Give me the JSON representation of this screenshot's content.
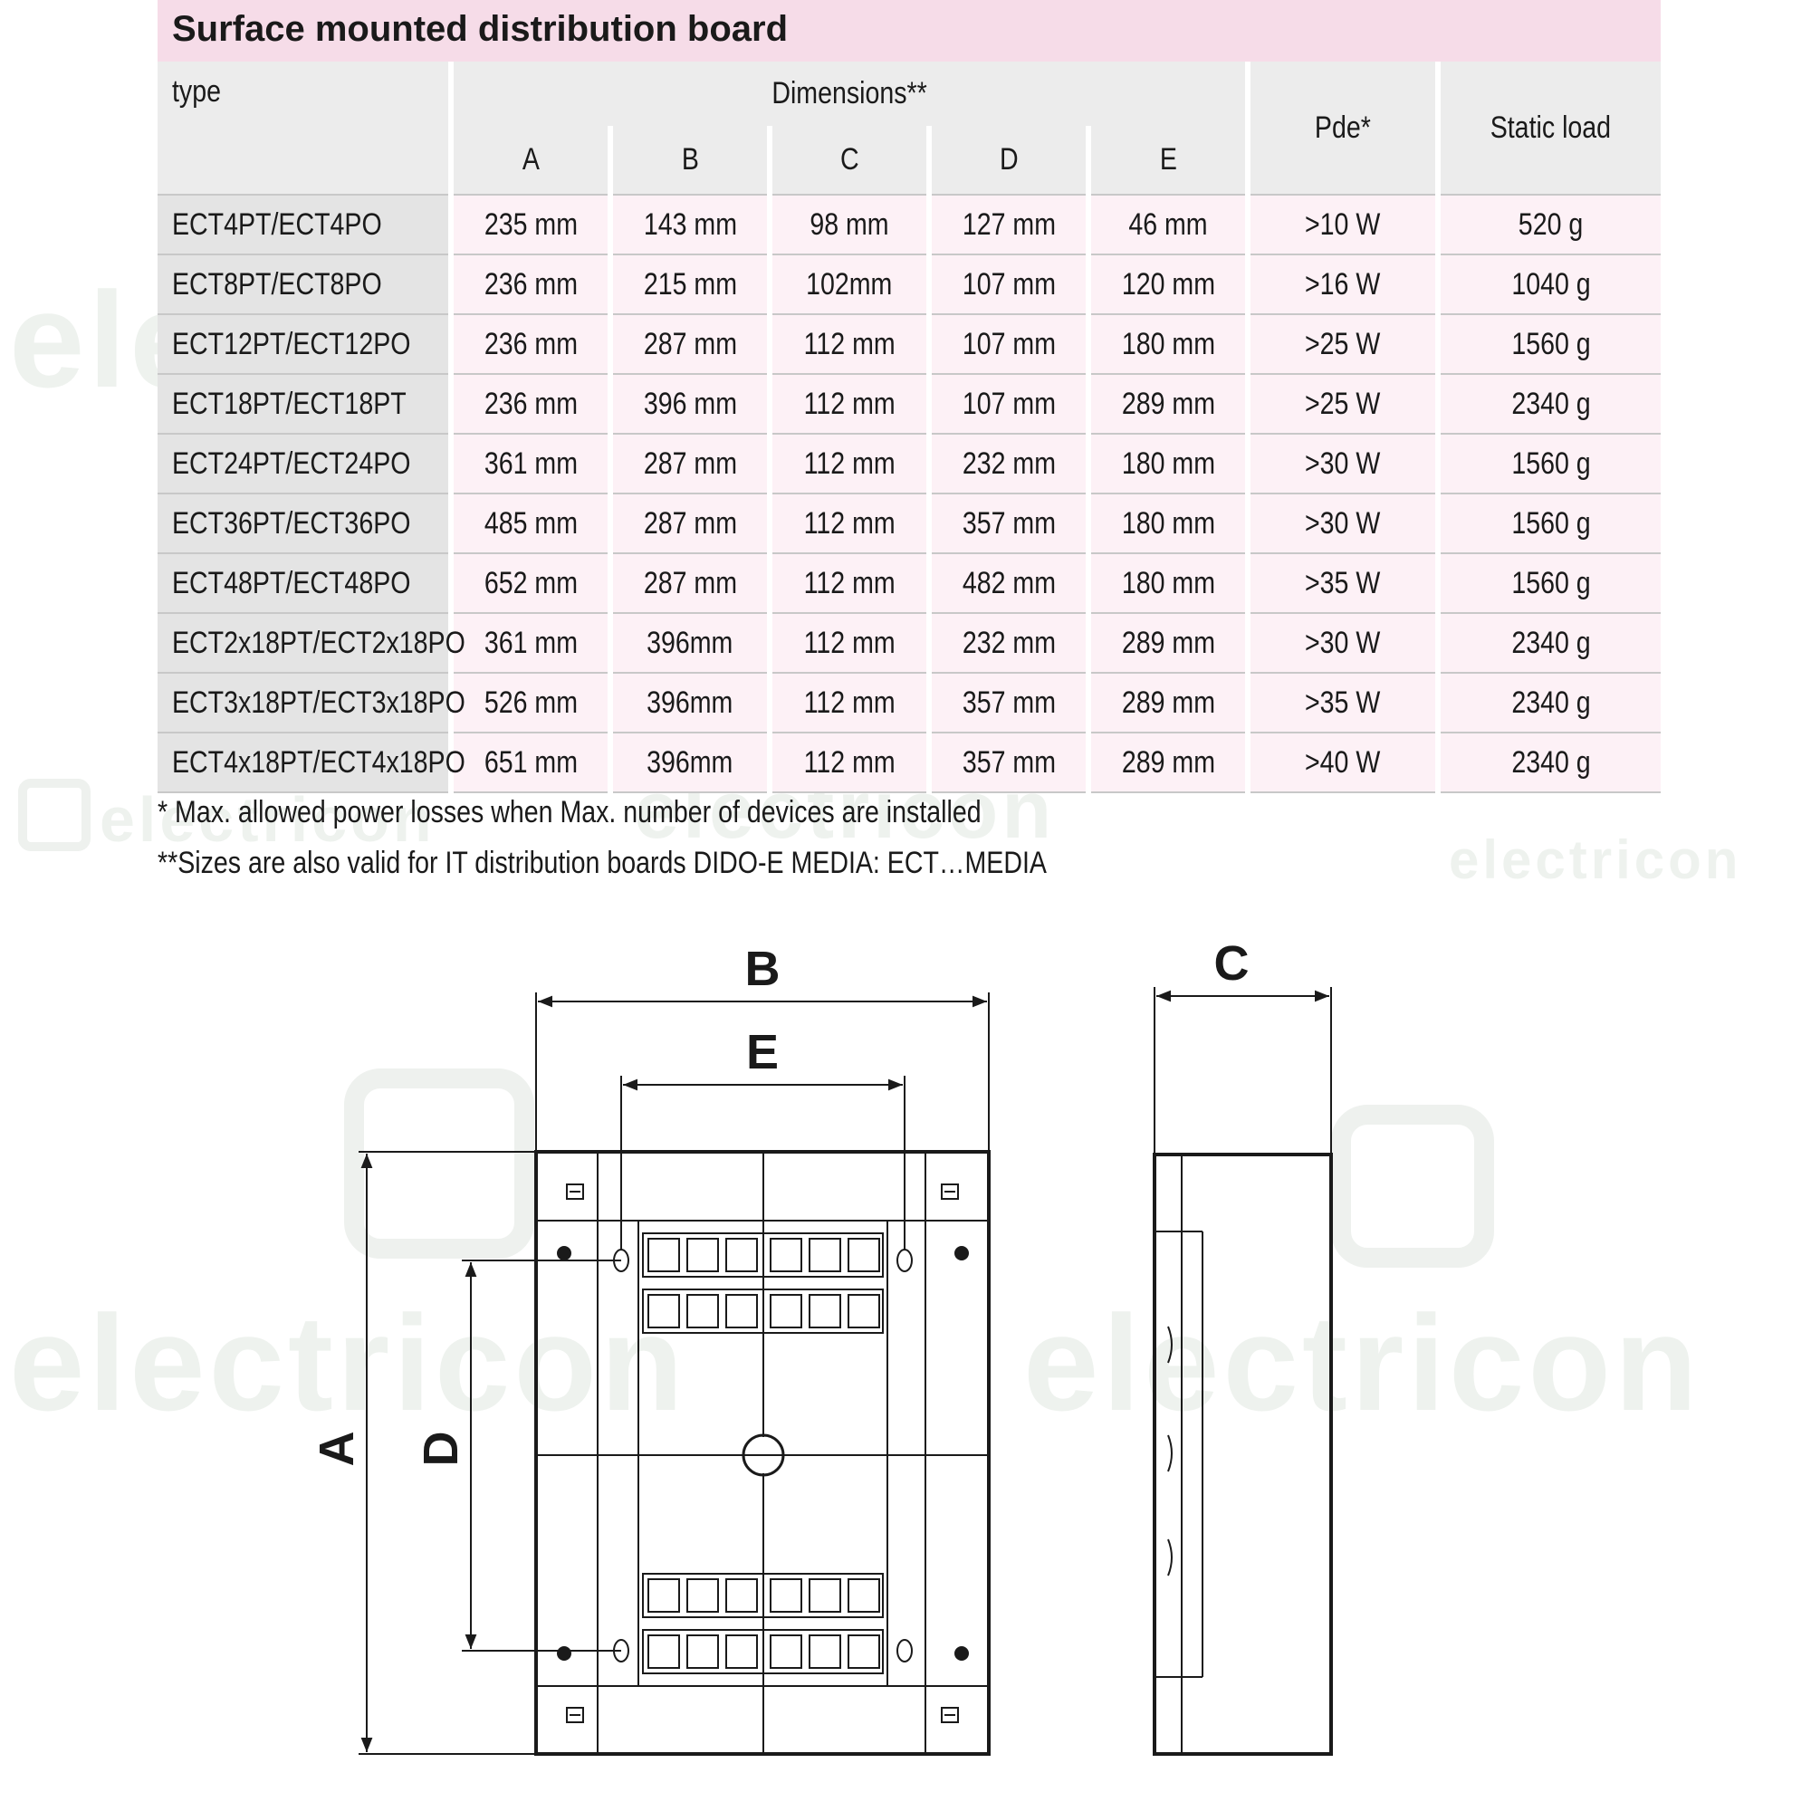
{
  "title": "Surface mounted distribution board",
  "header": {
    "type": "type",
    "dimensions": "Dimensions**",
    "pde": "Pde*",
    "static_load": "Static load",
    "dims": [
      "A",
      "B",
      "C",
      "D",
      "E"
    ]
  },
  "rows": [
    {
      "type": "ECT4PT/ECT4PO",
      "A": "235 mm",
      "B": "143 mm",
      "C": "98 mm",
      "D": "127 mm",
      "E": "46 mm",
      "pde": ">10 W",
      "load": "520 g"
    },
    {
      "type": "ECT8PT/ECT8PO",
      "A": "236 mm",
      "B": "215 mm",
      "C": "102mm",
      "D": "107 mm",
      "E": "120 mm",
      "pde": ">16 W",
      "load": "1040 g"
    },
    {
      "type": "ECT12PT/ECT12PO",
      "A": "236 mm",
      "B": "287 mm",
      "C": "112 mm",
      "D": "107  mm",
      "E": "180 mm",
      "pde": ">25 W",
      "load": "1560 g"
    },
    {
      "type": "ECT18PT/ECT18PT",
      "A": "236 mm",
      "B": "396 mm",
      "C": "112 mm",
      "D": "107  mm",
      "E": "289 mm",
      "pde": ">25 W",
      "load": "2340 g"
    },
    {
      "type": "ECT24PT/ECT24PO",
      "A": "361 mm",
      "B": "287 mm",
      "C": "112 mm",
      "D": "232 mm",
      "E": "180 mm",
      "pde": ">30 W",
      "load": "1560 g"
    },
    {
      "type": "ECT36PT/ECT36PO",
      "A": "485 mm",
      "B": "287 mm",
      "C": "112 mm",
      "D": "357  mm",
      "E": "180 mm",
      "pde": ">30 W",
      "load": "1560 g"
    },
    {
      "type": "ECT48PT/ECT48PO",
      "A": "652 mm",
      "B": "287 mm",
      "C": "112 mm",
      "D": "482 mm",
      "E": "180 mm",
      "pde": ">35 W",
      "load": "1560 g"
    },
    {
      "type": "ECT2x18PT/ECT2x18PO",
      "A": "361 mm",
      "B": "396mm",
      "C": "112 mm",
      "D": "232 mm",
      "E": "289 mm",
      "pde": ">30 W",
      "load": "2340 g"
    },
    {
      "type": "ECT3x18PT/ECT3x18PO",
      "A": "526 mm",
      "B": "396mm",
      "C": "112 mm",
      "D": "357 mm",
      "E": "289 mm",
      "pde": ">35 W",
      "load": "2340 g"
    },
    {
      "type": "ECT4x18PT/ECT4x18PO",
      "A": "651 mm",
      "B": "396mm",
      "C": "112 mm",
      "D": "357 mm",
      "E": "289 mm",
      "pde": ">40 W",
      "load": "2340 g"
    }
  ],
  "notes": {
    "pde": "* Max. allowed power losses when Max. number of devices are installed",
    "sizes": "**Sizes are also valid for IT distribution boards DIDO-E MEDIA: ECT…MEDIA"
  },
  "watermark": "electricon",
  "drawing_labels": {
    "A": "A",
    "B": "B",
    "C": "C",
    "D": "D",
    "E": "E"
  }
}
